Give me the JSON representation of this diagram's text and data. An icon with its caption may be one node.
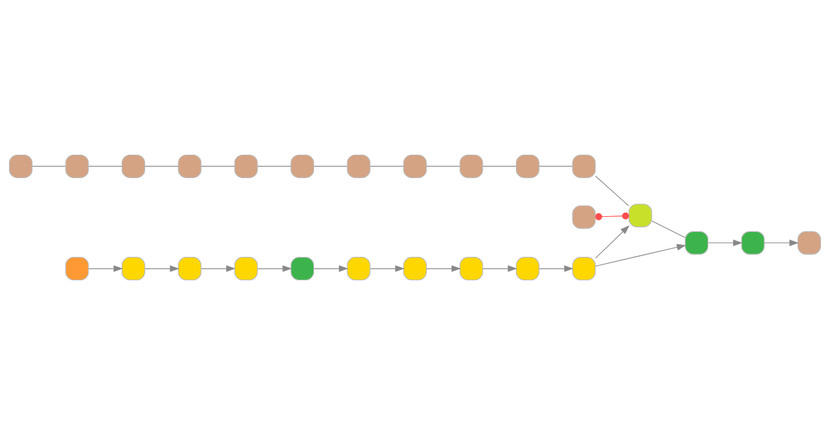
{
  "diagram": {
    "nodes": [
      {
        "text": [],
        "shape": "box"
      },
      {
        "text": [],
        "shape": "box"
      },
      {
        "text": [],
        "shape": "box"
      },
      {
        "text": [],
        "shape": "box"
      },
      {
        "text": [],
        "shape": "box"
      },
      {
        "text": [],
        "shape": "box"
      },
      {
        "text": [],
        "shape": "box"
      },
      {
        "text": [],
        "shape": "box"
      },
      {
        "text": [],
        "shape": "box"
      },
      {
        "text": [],
        "shape": "box"
      },
      {
        "text": [],
        "shape": "box"
      },
      {
        "text": [],
        "shape": "box"
      },
      {
        "text": [],
        "shape": "box"
      },
      {
        "text": [],
        "shape": "box"
      },
      {
        "text": [],
        "shape": "box"
      },
      {
        "text": [],
        "shape": "box"
      },
      {
        "text": [],
        "shape": "box"
      },
      {
        "text": [],
        "shape": "box"
      },
      {
        "text": [],
        "shape": "box"
      },
      {
        "text": [],
        "shape": "box"
      },
      {
        "text": [],
        "shape": "box"
      },
      {
        "text": [],
        "shape": "box"
      },
      {
        "text": [],
        "shape": "box"
      },
      {
        "text": [],
        "shape": "box"
      },
      {
        "text": [],
        "shape": "box"
      },
      {
        "text": [],
        "shape": "box"
      }
    ],
    "edges": [
      {
        "from": 0,
        "to": 1,
        "arrow": "none"
      },
      {
        "from": 1,
        "to": 2,
        "arrow": "none"
      },
      {
        "from": 2,
        "to": 3,
        "arrow": "none"
      },
      {
        "from": 3,
        "to": 4,
        "arrow": "none"
      },
      {
        "from": 4,
        "to": 5,
        "arrow": "none"
      },
      {
        "from": 5,
        "to": 6,
        "arrow": "none"
      },
      {
        "from": 6,
        "to": 7,
        "arrow": "none"
      },
      {
        "from": 7,
        "to": 8,
        "arrow": "none"
      },
      {
        "from": 8,
        "to": 9,
        "arrow": "none"
      },
      {
        "from": 9,
        "to": 10,
        "arrow": "none"
      },
      {
        "from": 10,
        "to": 12,
        "arrow": "none"
      },
      {
        "from": 11,
        "to": 12,
        "arrow": "other",
        "color": "#ff4d4d"
      },
      {
        "from": 13,
        "to": 14,
        "arrow": "to"
      },
      {
        "from": 14,
        "to": 15,
        "arrow": "to"
      },
      {
        "from": 15,
        "to": 16,
        "arrow": "to"
      },
      {
        "from": 16,
        "to": 17,
        "arrow": "to"
      },
      {
        "from": 17,
        "to": 18,
        "arrow": "to"
      },
      {
        "from": 18,
        "to": 19,
        "arrow": "to"
      },
      {
        "from": 19,
        "to": 20,
        "arrow": "to"
      },
      {
        "from": 20,
        "to": 21,
        "arrow": "to"
      },
      {
        "from": 21,
        "to": 22,
        "arrow": "to"
      },
      {
        "from": 22,
        "to": 12,
        "arrow": "to"
      },
      {
        "from": 22,
        "to": 23,
        "arrow": "to"
      },
      {
        "from": 12,
        "to": 23,
        "arrow": "none"
      },
      {
        "from": 23,
        "to": 24,
        "arrow": "to"
      },
      {
        "from": 24,
        "to": 25,
        "arrow": "to"
      }
    ]
  }
}
